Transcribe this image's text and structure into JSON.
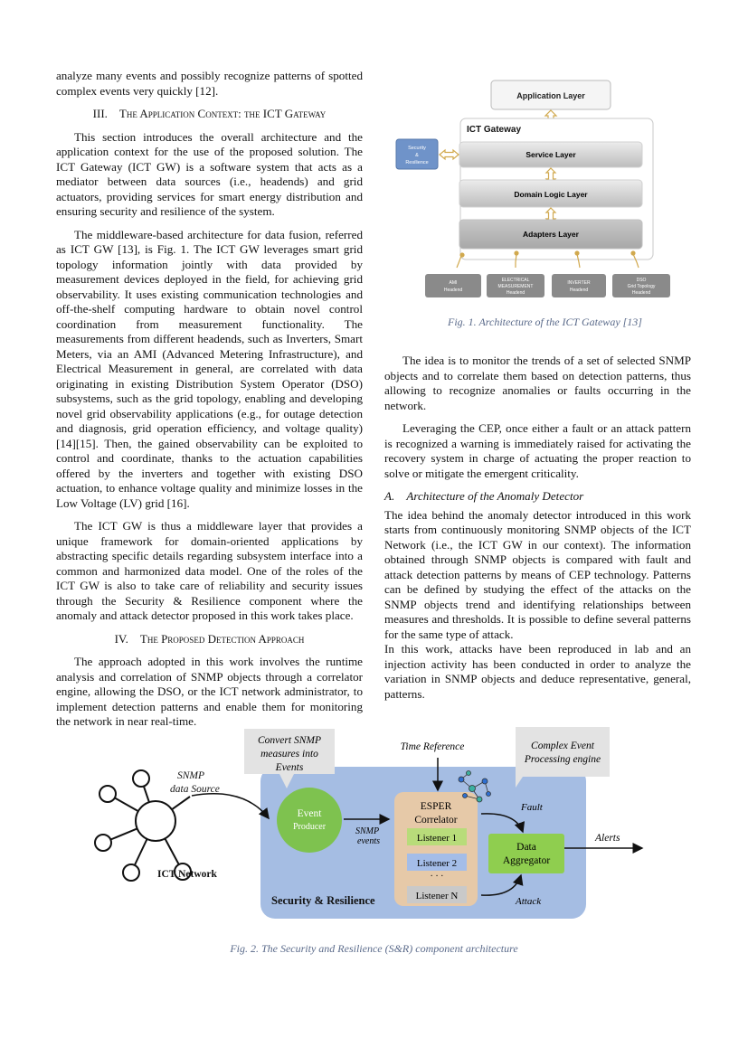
{
  "left": {
    "p0": "analyze many events and possibly recognize patterns of spotted complex events very quickly [12].",
    "h3": "III. The Application Context: the ICT Gateway",
    "p1": "This section introduces the overall architecture and the application context for the use of the proposed solution. The ICT Gateway (ICT GW) is a software system that acts as a mediator between data sources (i.e., headends) and grid actuators, providing services for smart energy distribution and ensuring security and resilience of the system.",
    "p2": "The middleware-based architecture for data fusion, referred as ICT GW [13], is Fig. 1. The ICT GW leverages smart grid topology information jointly with data provided by measurement devices deployed in the field, for achieving grid observability. It uses existing communication technologies and off-the-shelf computing hardware to obtain novel control coordination from measurement functionality. The measurements from different headends, such as Inverters, Smart Meters, via an AMI (Advanced Metering Infrastructure), and Electrical Measurement in general, are correlated with data originating in existing Distribution System Operator (DSO) subsystems, such as the grid topology, enabling and developing novel grid observability applications (e.g., for outage detection and diagnosis, grid operation efficiency, and voltage quality) [14][15]. Then, the gained observability can be exploited to control and coordinate, thanks to the actuation capabilities offered by the inverters and together with existing DSO actuation, to enhance voltage quality and minimize losses in the Low Voltage (LV) grid [16].",
    "p3": "The ICT GW is thus a middleware layer that provides a unique framework for domain-oriented applications by abstracting specific details regarding subsystem interface into a common and harmonized data model. One of the roles of the ICT GW is also to take care of reliability and security issues through the Security & Resilience component where the anomaly and attack detector proposed in this work takes place.",
    "h4": "IV. The Proposed Detection Approach",
    "p4": "The approach adopted in this work involves the runtime analysis and correlation of SNMP objects through a correlator engine, allowing the DSO, or the ICT network administrator, to implement detection patterns and enable them for monitoring the network in near real-time."
  },
  "right": {
    "p1": "The idea is to monitor the trends of a set of selected SNMP objects and to correlate them based on detection patterns, thus allowing to recognize anomalies or faults occurring in the network.",
    "p2": "Leveraging the CEP, once either a fault or an attack pattern is recognized a warning is immediately raised for activating the recovery system in charge of actuating the proper reaction to solve or mitigate the emergent criticality.",
    "subA": "A. Architecture of the Anomaly Detector",
    "p3": "The idea behind the anomaly detector introduced in this work starts from continuously monitoring SNMP objects of the ICT Network (i.e., the ICT GW in our context). The information obtained through SNMP objects is compared with fault and attack detection patterns by means of CEP technology. Patterns can be defined by studying the effect of the attacks on the SNMP objects trend and identifying relationships between measures and thresholds. It is possible to define several patterns for the same type of attack.",
    "p4": "In this work, attacks have been reproduced in lab and an injection activity has been conducted in order to analyze the variation in SNMP objects and deduce representative, general, patterns."
  },
  "fig1": {
    "application_layer": "Application Layer",
    "gateway_title": "ICT Gateway",
    "service_layer": "Service Layer",
    "domain_logic_layer": "Domain Logic Layer",
    "adapters_layer": "Adapters Layer",
    "security_l1": "Security",
    "security_l2": "&",
    "security_l3": "Resilience",
    "he1_l1": "AMI",
    "he1_l2": "Headend",
    "he2_l1": "ELECTRICAL",
    "he2_l2": "MEASUREMENT",
    "he2_l3": "Headend",
    "he3_l1": "INVERTER",
    "he3_l2": "Headend",
    "he4_l1": "DSO",
    "he4_l2": "Grid Topology",
    "he4_l3": "Headend",
    "caption": "Fig. 1. Architecture of the ICT Gateway [13]"
  },
  "fig2": {
    "callout1_l1": "Convert SNMP",
    "callout1_l2": "measures into",
    "callout1_l3": "Events",
    "time_reference": "Time Reference",
    "callout2_l1": "Complex Event",
    "callout2_l2": "Processing engine",
    "snmp_source_l1": "SNMP",
    "snmp_source_l2": "data Source",
    "ict_network": "ICT Network",
    "event_l1": "Event",
    "event_l2": "Producer",
    "snmp_events_l1": "SNMP",
    "snmp_events_l2": "events",
    "esper_l1": "ESPER",
    "esper_l2": "Correlator",
    "listener1": "Listener 1",
    "listener2": "Listener 2",
    "dots": "· · ·",
    "listenerN": "Listener N",
    "fault": "Fault",
    "attack": "Attack",
    "aggregator_l1": "Data",
    "aggregator_l2": "Aggregator",
    "alerts": "Alerts",
    "sr_label": "Security & Resilience",
    "caption": "Fig. 2. The Security and Resilience (S&R) component architecture"
  }
}
